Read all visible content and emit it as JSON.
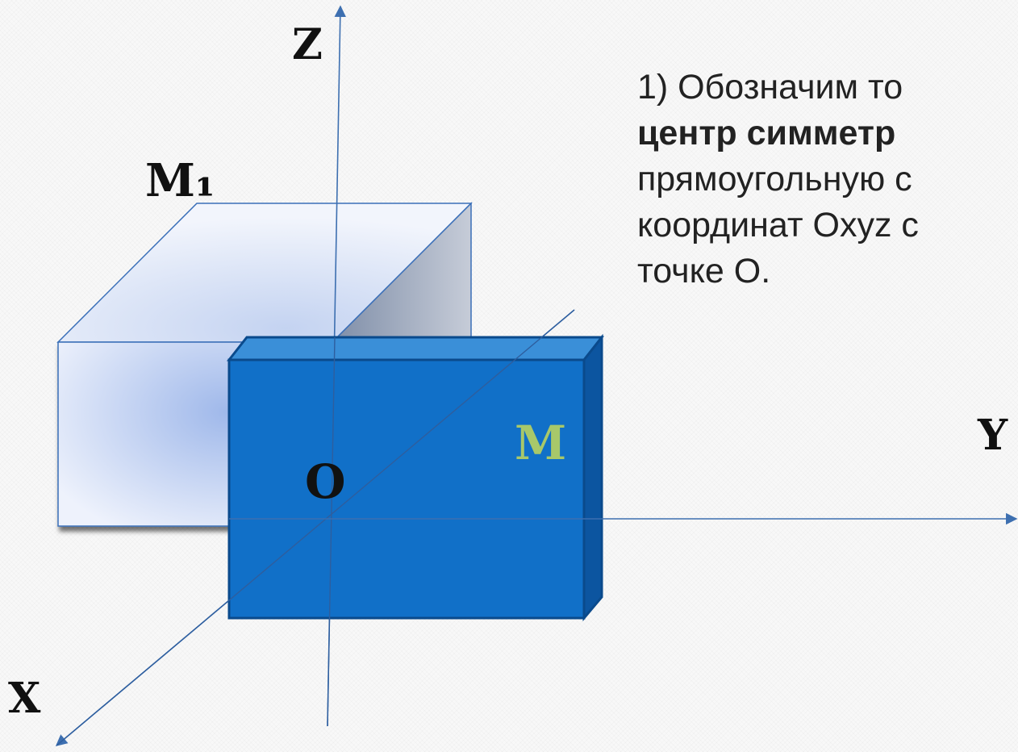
{
  "labels": {
    "z_axis": "Z",
    "y_axis": "Y",
    "x_axis": "X",
    "origin": "O",
    "point_m1": "M₁",
    "point_m": "M"
  },
  "description_text": {
    "line_1": "1) Обозначим то",
    "line_2": "центр симметр",
    "line_3": "прямоугольную с",
    "line_4": "координат Oxyz с",
    "line_5": "точке O."
  },
  "colors": {
    "front_box_face": "#1170c8",
    "front_box_top": "#3a8fd8",
    "front_box_side": "#0c55a0",
    "front_box_border": "#0a4a8c",
    "back_box_front_center": "#9fb8ea",
    "back_box_front_edge": "#eef2fc",
    "back_box_top": "#dde6f7",
    "back_box_side": "#aab4c6",
    "label_m": "#a8c86a",
    "axis_line": "#3d6fb0"
  }
}
